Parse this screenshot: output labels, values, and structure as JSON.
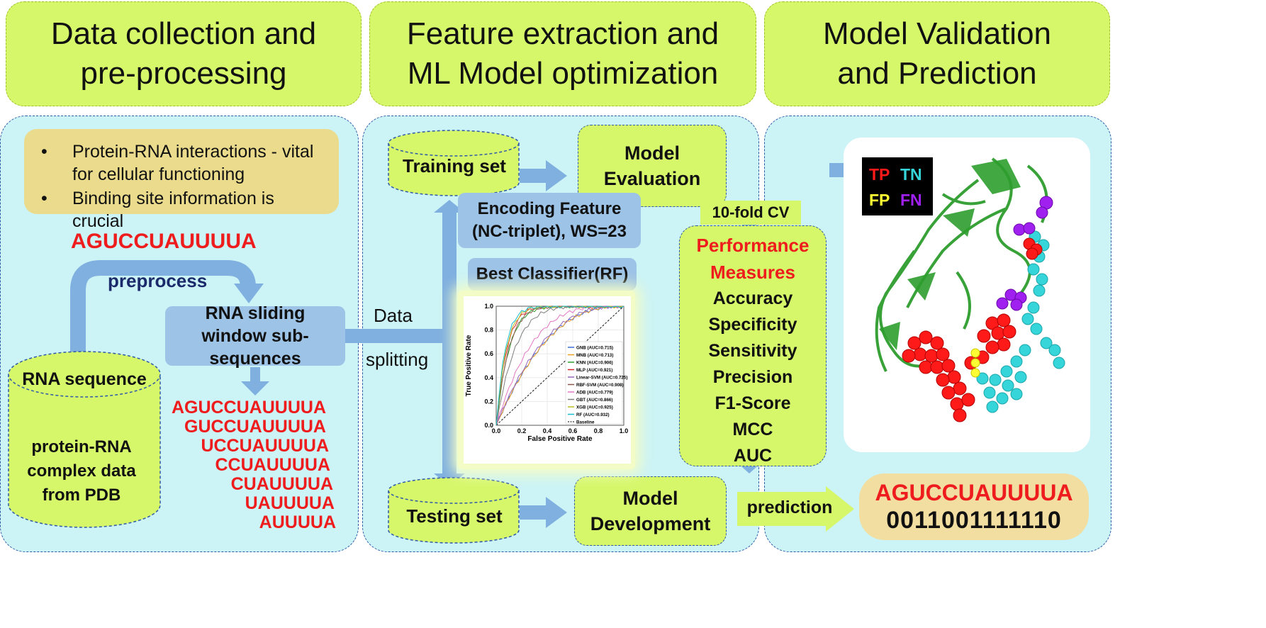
{
  "headers": {
    "col1": "Data collection and pre-processing",
    "col2": "Feature extraction and ML Model optimization",
    "col3": "Model Validation and Prediction"
  },
  "col1": {
    "bullets": [
      "Protein-RNA interactions - vital for cellular functioning",
      "Binding site information is crucial"
    ],
    "sequence": "AGUCCUAUUUUA",
    "preprocess_label": "preprocess",
    "sliding_window": "RNA sliding window sub-sequences",
    "rna_sequence": "RNA sequence",
    "complex_data": "protein-RNA complex data from PDB",
    "subsequences": [
      "AGUCCUAUUUUA",
      "GUCCUAUUUUA",
      "UCCUAUUUUA",
      "CCUAUUUUA",
      "CUAUUUUA",
      "UAUUUUA",
      "AUUUUA"
    ]
  },
  "col2": {
    "training_set": "Training set",
    "testing_set": "Testing set",
    "model_evaluation": "Model Evaluation",
    "model_development": "Model Development",
    "encoding_feature": "Encoding Feature (NC-triplet), WS=23",
    "best_classifier": "Best Classifier(RF)",
    "data_label": "Data",
    "splitting_label": "splitting"
  },
  "chart_data": {
    "type": "line",
    "xlabel": "False Positive Rate",
    "ylabel": "True Positive Rate",
    "xlim": [
      0.0,
      1.0
    ],
    "ylim": [
      0.0,
      1.0
    ],
    "xticks": [
      "0.0",
      "0.2",
      "0.4",
      "0.6",
      "0.8",
      "1.0"
    ],
    "yticks": [
      "0.0",
      "0.2",
      "0.4",
      "0.6",
      "0.8",
      "1.0"
    ],
    "grid": true,
    "legend_position": "lower-right",
    "series": [
      {
        "name": "GNB (AUC=0.715)",
        "color": "#3a6fd8",
        "auc": 0.715
      },
      {
        "name": "MNB (AUC=0.713)",
        "color": "#f0a020",
        "auc": 0.713
      },
      {
        "name": "KNN (AUC=0.906)",
        "color": "#2ca02c",
        "auc": 0.906
      },
      {
        "name": "MLP (AUC=0.921)",
        "color": "#d62728",
        "auc": 0.921
      },
      {
        "name": "Linear-SVM (AUC=0.725)",
        "color": "#9467bd",
        "auc": 0.725
      },
      {
        "name": "RBF-SVM (AUC=0.908)",
        "color": "#8c564b",
        "auc": 0.908
      },
      {
        "name": "ADB (AUC=0.779)",
        "color": "#e377c2",
        "auc": 0.779
      },
      {
        "name": "GBT (AUC=0.866)",
        "color": "#7f7f7f",
        "auc": 0.866
      },
      {
        "name": "XGB (AUC=0.925)",
        "color": "#bcbd22",
        "auc": 0.925
      },
      {
        "name": "RF (AUC=0.932)",
        "color": "#17becf",
        "auc": 0.932
      }
    ],
    "baseline_label": "Baseline"
  },
  "col3": {
    "cv_label": "10-fold CV",
    "performance_title": "Performance Measures",
    "measures": [
      "Accuracy",
      "Specificity",
      "Sensitivity",
      "Precision",
      "F1-Score",
      "MCC",
      "AUC"
    ],
    "legend": {
      "tp": "TP",
      "tn": "TN",
      "fp": "FP",
      "fn": "FN"
    },
    "prediction_label": "prediction",
    "result_sequence": "AGUCCUAUUUUA",
    "result_labels": "0011001111110"
  },
  "colors": {
    "header": "#d6f76a",
    "panel": "#ccf3f5",
    "arrow": "#7fb0e0",
    "red": "#ee1c1c",
    "tp": "#ff1a1a",
    "tn": "#35d5d9",
    "fp": "#ffff33",
    "fn": "#a020f0"
  }
}
